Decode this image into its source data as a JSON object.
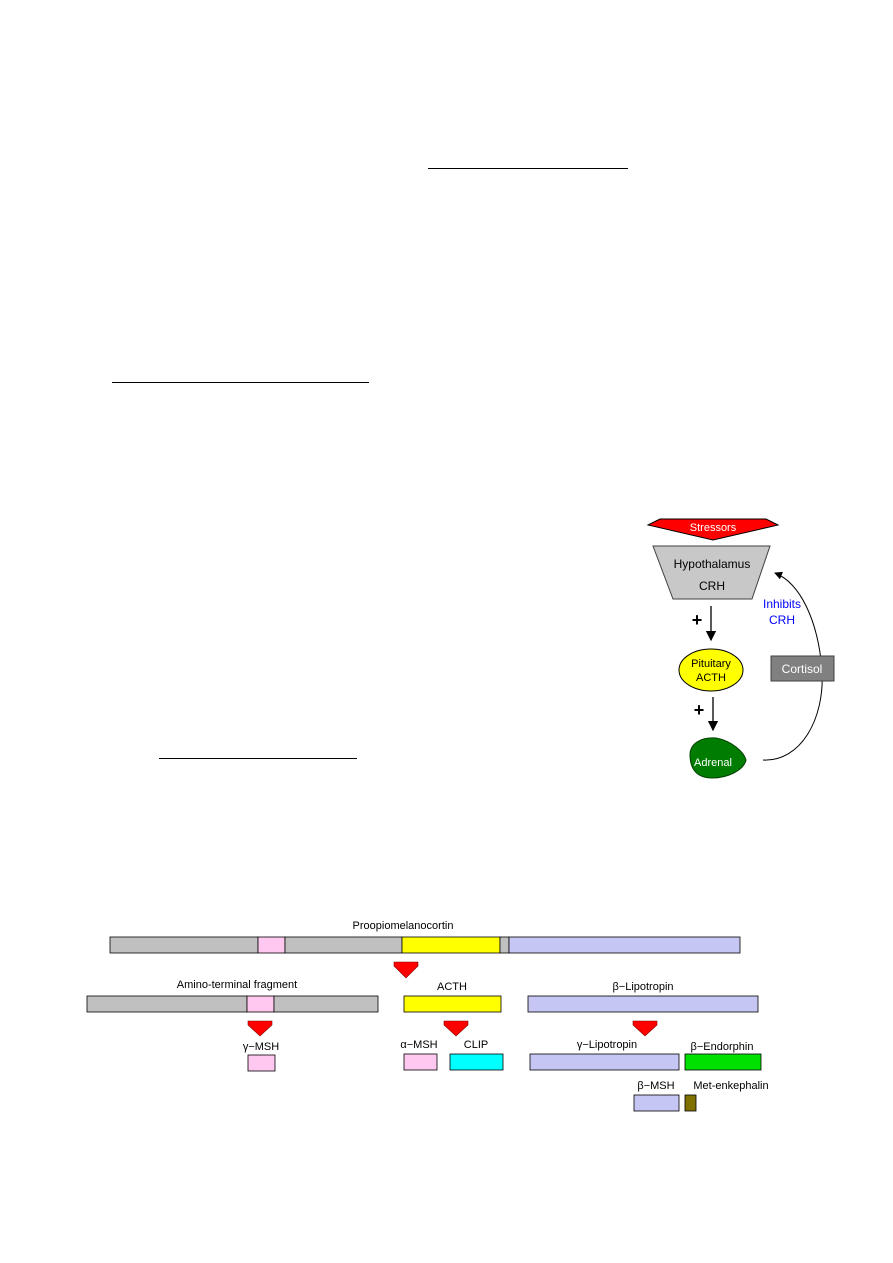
{
  "hpa_axis": {
    "stressors": "Stressors",
    "hypothalamus": "Hypothalamus",
    "crh": "CRH",
    "plus_1": "+",
    "pituitary": "Pituitary",
    "acth": "ACTH",
    "plus_2": "+",
    "adrenal": "Adrenal",
    "inhibits": "Inhibits",
    "inhibits_target": "CRH",
    "cortisol": "Cortisol"
  },
  "pomc": {
    "proopiomelanocortin": "Proopiomelanocortin",
    "amino_terminal_fragment": "Amino-terminal fragment",
    "acth": "ACTH",
    "beta_lipotropin": "β−Lipotropin",
    "gamma_msh": "γ−MSH",
    "alpha_msh": "α−MSH",
    "clip": "CLIP",
    "gamma_lipotropin": "γ−Lipotropin",
    "beta_endorphin": "β−Endorphin",
    "beta_msh": "β−MSH",
    "met_enkephalin": "Met-enkephalin"
  },
  "colors": {
    "red": "#ff0000",
    "gray": "#c0c0c0",
    "yellow": "#ffff00",
    "lavender": "#c6c6f4",
    "pink": "#ffc8f0",
    "cyan": "#00ffff",
    "green": "#00e000",
    "olive": "#807000",
    "dark_green": "#007d00",
    "cortisol_box": "#808080"
  }
}
